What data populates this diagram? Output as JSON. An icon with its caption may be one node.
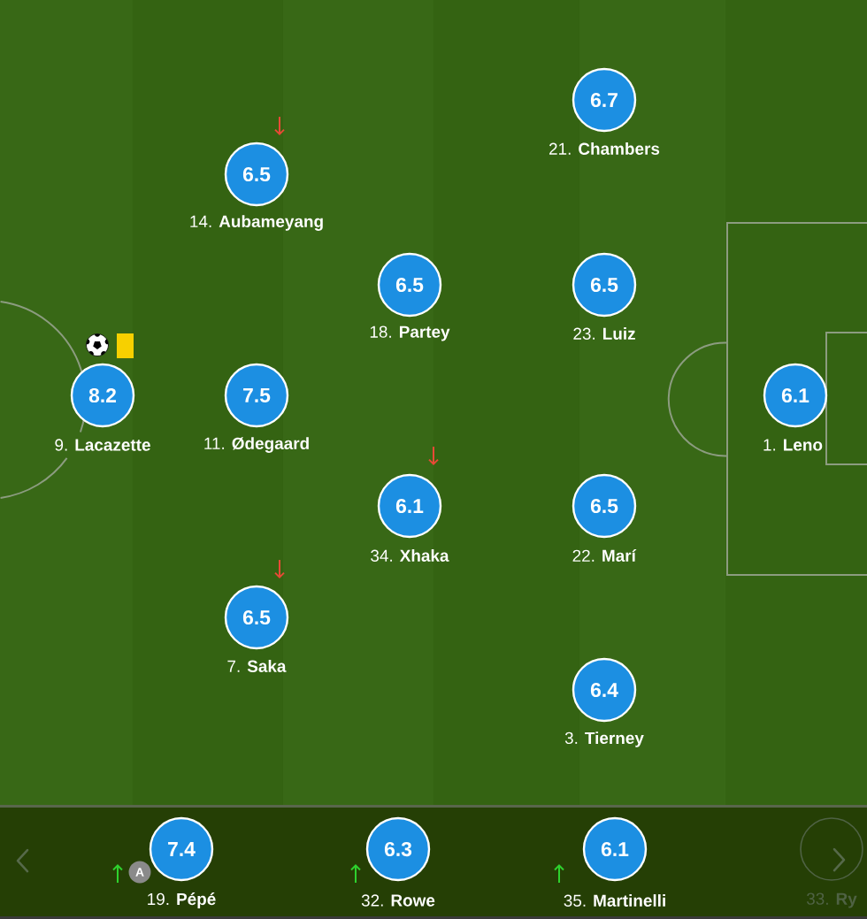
{
  "diagram": {
    "nodes": [
      {
        "text": [
          "6.7"
        ],
        "beside": [
          "21. **Chambers**"
        ]
      },
      {
        "text": [
          "6.5"
        ],
        "beside": [
          "14. **Aubameyang**"
        ]
      },
      {
        "text": [
          "6.5"
        ],
        "beside": [
          "18. **Partey**"
        ]
      },
      {
        "text": [
          "6.5"
        ],
        "beside": [
          "23. **Luiz**"
        ]
      },
      {
        "text": [
          "8.2"
        ],
        "beside": [
          "9. **Lacazette**"
        ]
      },
      {
        "text": [
          "7.5"
        ],
        "beside": [
          "11. **Ødegaard**"
        ]
      },
      {
        "text": [
          "6.1"
        ],
        "beside": [
          "1. **Leno**"
        ]
      },
      {
        "text": [
          "6.1"
        ],
        "beside": [
          "34. **Xhaka**"
        ]
      },
      {
        "text": [
          "6.5"
        ],
        "beside": [
          "22. **Marí**"
        ]
      },
      {
        "text": [
          "6.5"
        ],
        "beside": [
          "7. **Saka**"
        ]
      },
      {
        "text": [
          "6.4"
        ],
        "beside": [
          "3. **Tierney**"
        ]
      },
      {
        "text": [
          "7.4"
        ],
        "beside": [
          "A",
          "19. **Pépé**"
        ]
      },
      {
        "text": [
          "6.3"
        ],
        "beside": [
          "32. **Rowe**"
        ]
      },
      {
        "text": [
          "6.1"
        ],
        "beside": [
          "35. **Martinelli**"
        ]
      },
      {
        "text": [],
        "shape": "circle",
        "beside": [
          "33. **Ry**"
        ]
      }
    ]
  }
}
